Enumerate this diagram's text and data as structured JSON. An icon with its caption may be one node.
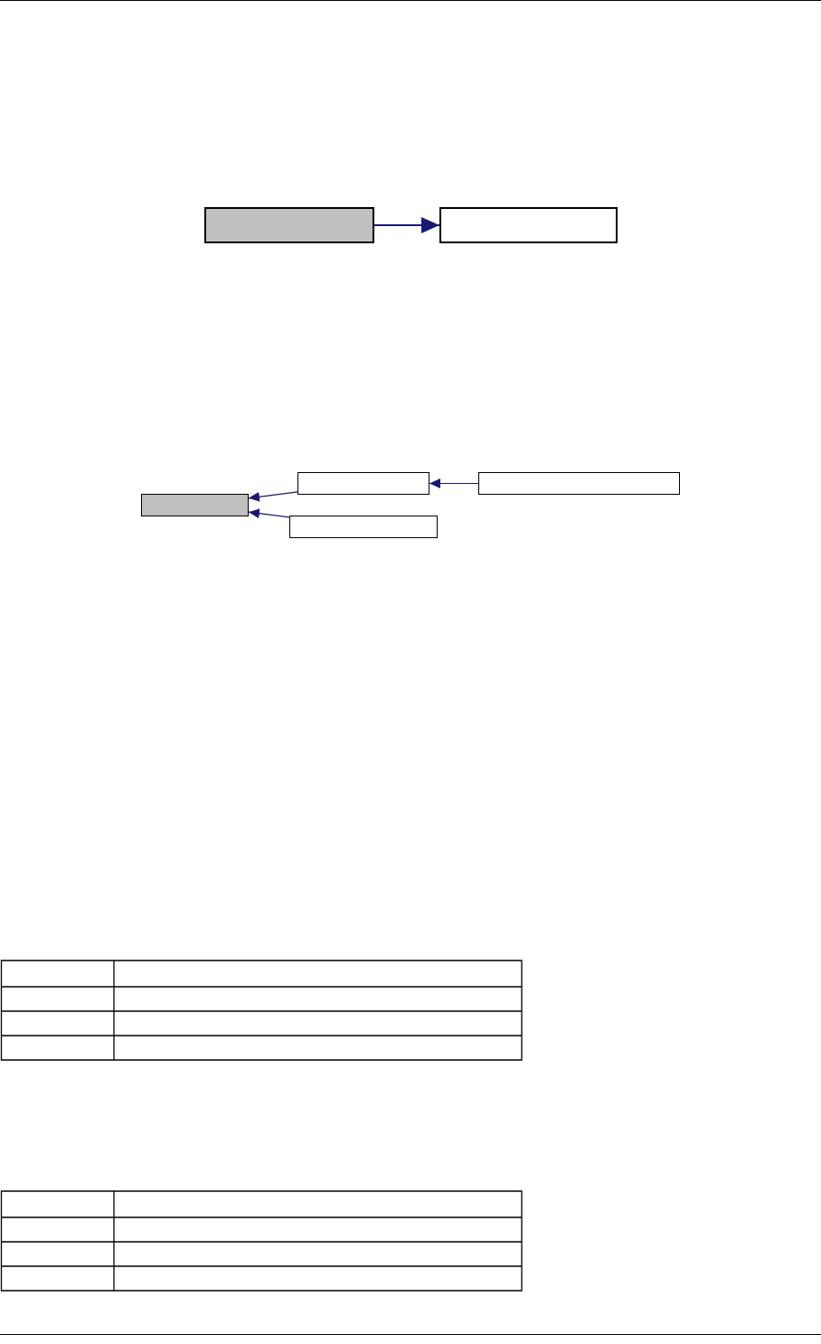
{
  "diagram": {
    "nodes": [
      {
        "text": [],
        "shape": "box"
      },
      {
        "text": [],
        "shape": "box"
      },
      {
        "text": [],
        "shape": "box"
      },
      {
        "text": [],
        "shape": "box"
      },
      {
        "text": [],
        "shape": "box"
      },
      {
        "text": [],
        "shape": "box"
      }
    ],
    "edges": [
      {
        "from": 0,
        "to": 1,
        "arrow": "to"
      },
      {
        "from": 3,
        "to": 2,
        "arrow": "to"
      },
      {
        "from": 4,
        "to": 3,
        "arrow": "to"
      },
      {
        "from": 5,
        "to": 2,
        "arrow": "to"
      }
    ]
  }
}
